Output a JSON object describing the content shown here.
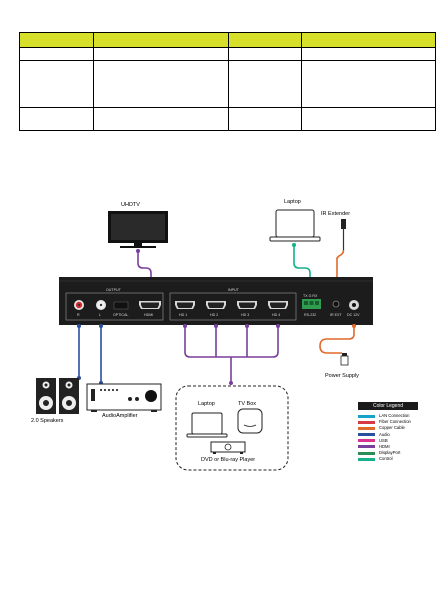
{
  "table": {
    "rows": 4,
    "cols": 4
  },
  "devices": {
    "uhdtv": "UHDTV",
    "laptop_top": "Laptop",
    "ir_extender": "IR Extender",
    "power_supply": "Power Supply",
    "speakers": "2.0 Speakers",
    "amplifier": "AudioAmplifier",
    "laptop_src": "Laptop",
    "tv_box": "TV Box",
    "dvd": "DVD or Blu-ray Player"
  },
  "panel": {
    "output_label": "OUTPUT",
    "input_label": "INPUT",
    "r": "R",
    "l": "L",
    "optical": "OPTICAL",
    "hdmi_out": "HDMI",
    "hd1": "HD 1",
    "hd2": "HD 2",
    "hd3": "HD 3",
    "hd4": "HD 4",
    "rs232": "RS-232",
    "rs232_pins": "TX  G  RX",
    "ir_ext": "IR EXT",
    "dc": "DC 12V"
  },
  "legend": {
    "title": "Color Legend",
    "items": [
      {
        "label": "LAN Connection",
        "color": "#16a2c9"
      },
      {
        "label": "Fiber Connection",
        "color": "#d83a43"
      },
      {
        "label": "Copper Cable",
        "color": "#e06a2c"
      },
      {
        "label": "Audio",
        "color": "#2a4fa0"
      },
      {
        "label": "USB",
        "color": "#d7338d"
      },
      {
        "label": "HDMI",
        "color": "#7a3f9c"
      },
      {
        "label": "DisplayPort",
        "color": "#2a8c56"
      },
      {
        "label": "Control",
        "color": "#16b08a"
      }
    ]
  }
}
